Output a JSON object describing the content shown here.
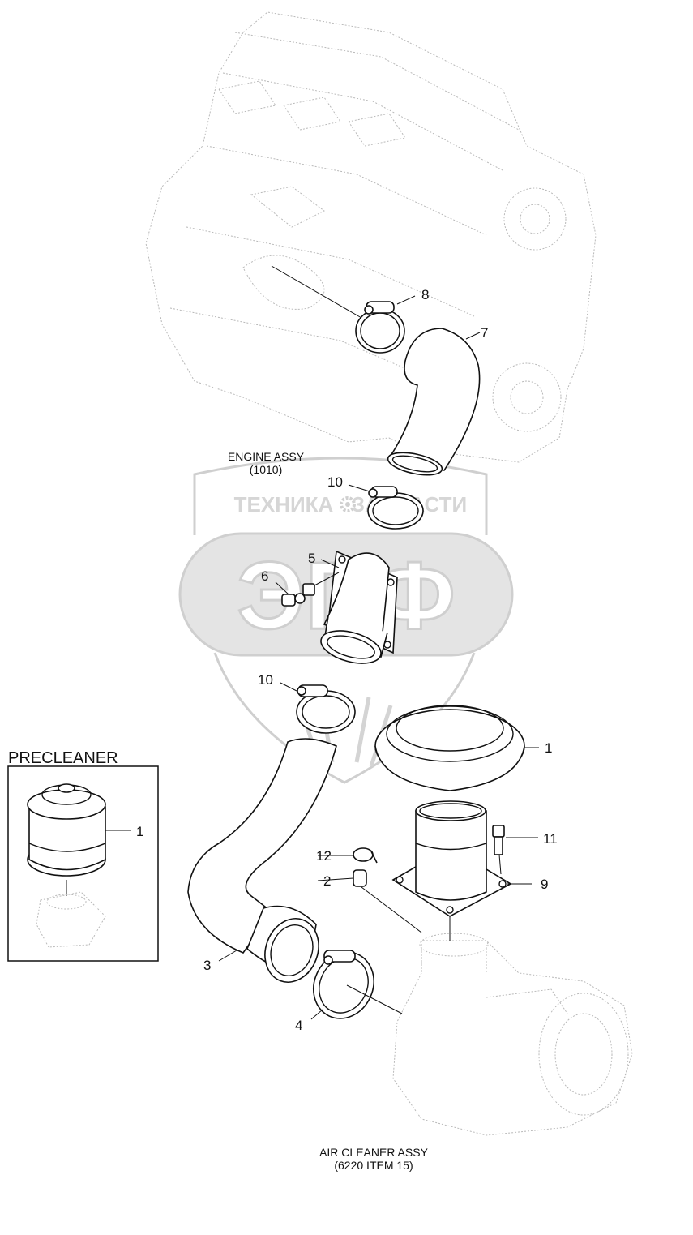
{
  "diagram": {
    "assemblies": {
      "engine": {
        "name": "ENGINE ASSY",
        "ref": "(1010)"
      },
      "air_cleaner": {
        "name": "AIR CLEANER ASSY",
        "ref": "(6220 ITEM 15)"
      }
    },
    "inset": {
      "title": "PRECLEANER",
      "callout": "1"
    },
    "callouts": {
      "c1": "1",
      "c2": "2",
      "c3": "3",
      "c4": "4",
      "c5": "5",
      "c6": "6",
      "c7": "7",
      "c8": "8",
      "c9": "9",
      "c10a": "10",
      "c10b": "10",
      "c11": "11",
      "c12": "12"
    },
    "watermark": {
      "text_left": "ТЕХНИКА",
      "text_right": "ЗАПЧАСТИ",
      "logo": "ЭПФ"
    },
    "colors": {
      "line": "#111111",
      "ghost": "#b9b9b9",
      "watermark": "#d6d6d6"
    }
  }
}
